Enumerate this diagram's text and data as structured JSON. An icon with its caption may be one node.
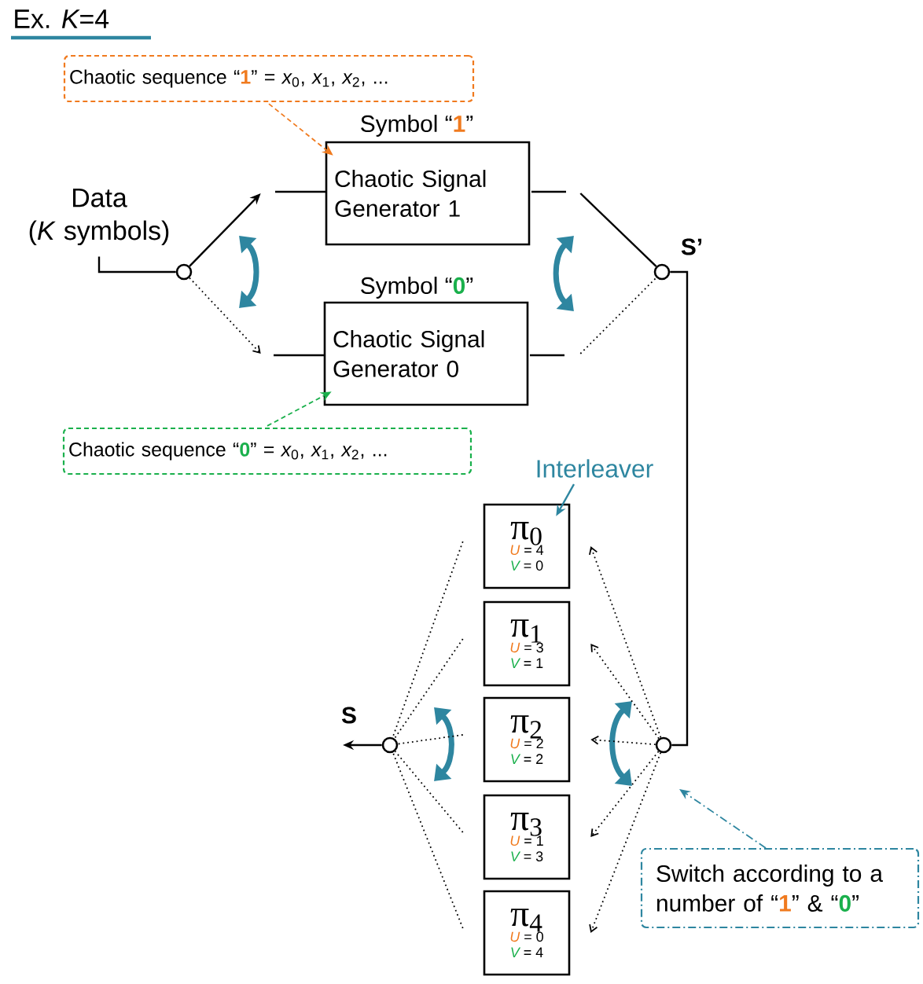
{
  "diagram": {
    "title": "Ex. *K*=4",
    "nodes": [
      {
        "text": [
          "Chaotic sequence “**1**” = *x*$_{0}$, *x*$_{1}$, *x*$_{2}$, ..."
        ]
      },
      {
        "text": [
          "Chaotic Signal Generator 1"
        ],
        "beside": [
          "Symbol “**1**”"
        ]
      },
      {
        "text": [
          "Chaotic Signal Generator 0"
        ],
        "beside": [
          "Symbol “**0**”"
        ]
      },
      {
        "text": [
          "Chaotic sequence “**0**” = *x*$_{0}$, *x*$_{1}$, *x*$_{2}$, ..."
        ]
      },
      {
        "text": [
          "Data (*K* symbols)"
        ]
      },
      {
        "text": [],
        "shape": "circle"
      },
      {
        "text": [],
        "shape": "circle",
        "beside": [
          "S’"
        ]
      },
      {
        "text": [
          "Interleaver"
        ]
      },
      {
        "text": [
          "π$_{0}$",
          "*U* = 4",
          "*V* = 0"
        ]
      },
      {
        "text": [
          "π$_{1}$",
          "*U* = 3",
          "*V* = 1"
        ]
      },
      {
        "text": [
          "π$_{2}$",
          "*U* = 2",
          "*V* = 2"
        ]
      },
      {
        "text": [
          "π$_{3}$",
          "*U* = 1",
          "*V* = 3"
        ]
      },
      {
        "text": [
          "π$_{4}$",
          "*U* = 0",
          "*V* = 4"
        ]
      },
      {
        "text": [],
        "shape": "circle"
      },
      {
        "text": [],
        "shape": "circle",
        "beside": [
          "S"
        ]
      },
      {
        "text": [
          "Switch according to a number of “**1**” & “**0**”"
        ]
      }
    ],
    "edges": [
      {
        "from": 0,
        "to": 1,
        "arrow": "to",
        "style": "dashed",
        "color": "#f07a1e"
      },
      {
        "from": 3,
        "to": 2,
        "arrow": "to",
        "style": "dashed",
        "color": "#1ab04c"
      },
      {
        "from": 4,
        "to": 5,
        "arrow": "none"
      },
      {
        "from": 5,
        "to": 1,
        "arrow": "to"
      },
      {
        "from": 5,
        "to": 2,
        "arrow": "to",
        "style": "dashed"
      },
      {
        "from": 1,
        "to": 6,
        "arrow": "none"
      },
      {
        "from": 2,
        "to": 6,
        "arrow": "none",
        "style": "dashed"
      },
      {
        "from": 6,
        "to": 13,
        "arrow": "none"
      },
      {
        "from": 7,
        "to": 8,
        "arrow": "to",
        "color": "#2e86a0"
      },
      {
        "from": 13,
        "to": 8,
        "arrow": "to",
        "style": "dashed"
      },
      {
        "from": 13,
        "to": 9,
        "arrow": "to",
        "style": "dashed"
      },
      {
        "from": 13,
        "to": 10,
        "arrow": "to",
        "style": "dashed"
      },
      {
        "from": 13,
        "to": 11,
        "arrow": "to",
        "style": "dashed"
      },
      {
        "from": 13,
        "to": 12,
        "arrow": "to",
        "style": "dashed"
      },
      {
        "from": 8,
        "to": 14,
        "arrow": "none",
        "style": "dashed"
      },
      {
        "from": 9,
        "to": 14,
        "arrow": "none",
        "style": "dashed"
      },
      {
        "from": 10,
        "to": 14,
        "arrow": "none",
        "style": "dashed"
      },
      {
        "from": 11,
        "to": 14,
        "arrow": "none",
        "style": "dashed"
      },
      {
        "from": 12,
        "to": 14,
        "arrow": "none",
        "style": "dashed"
      },
      {
        "from": 14,
        "to": null,
        "arrow": "to"
      },
      {
        "from": 15,
        "to": 13,
        "arrow": "to",
        "style": "dashed",
        "color": "#2e86a0"
      }
    ]
  }
}
